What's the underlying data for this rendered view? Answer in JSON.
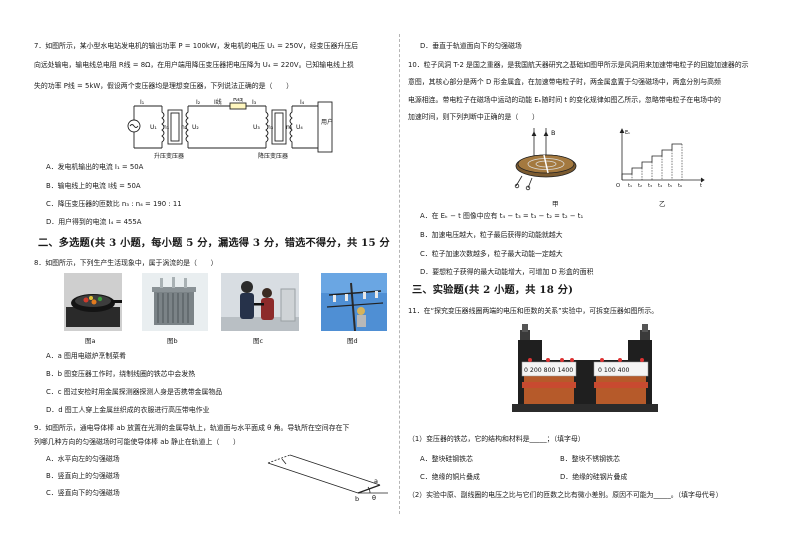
{
  "left": {
    "q7": {
      "line1": "7．如图所示，某小型水电站发电机的输出功率 P = 100kW，发电机的电压 U₁ = 250V，经变压器升压后",
      "line2": "向远处输电，输电线总电阻 R线 = 8Ω，在用户端用降压变压器把电压降为 U₄ = 220V。已知输电线上损",
      "line3": "失的功率 P线 = 5kW，假设两个变压器均是理想变压器，下列说法正确的是（　　）",
      "labels": {
        "I1": "I₁",
        "I2": "I₂",
        "I3": "I₃",
        "I4": "I₄",
        "Iline": "I线",
        "R": "R线",
        "U1": "U₁",
        "U2": "U₂",
        "U3": "U₃",
        "U4": "U₄",
        "n1": "n₁",
        "n2": "n₂",
        "n3": "n₃",
        "n4": "n₄",
        "user": "用户",
        "step_up": "升压变压器",
        "step_down": "降压变压器"
      },
      "optA": "A．发电机输出的电流 I₁ = 50A",
      "optB": "B．输电线上的电流 I线 = 50A",
      "optC": "C．降压变压器的匝数比 n₃ : n₄ = 190 : 11",
      "optD": "D．用户得到的电流 I₄ = 455A"
    },
    "section2": "二、多选题(共 3 小题，每小题 5 分，漏选得 3 分，错选不得分，共 15 分)",
    "q8": {
      "stem": "8．如图所示，下列生产生活现象中，属于涡流的是（　　）",
      "captions": [
        "图a",
        "图b",
        "图c",
        "图d"
      ],
      "optA": "A．a 图用电磁炉烹制菜肴",
      "optB": "B．b 图变压器工作时，绕制线圈的铁芯中会发热",
      "optC": "C．c 图过安检时用金属探测器探测人身是否携带金属物品",
      "optD": "D．d 图工人穿上金属丝织成的衣服进行高压带电作业"
    },
    "q9": {
      "line1": "9．如图所示，通电导体棒 ab 放置在光滑的金属导轨上，轨道面与水平面成 θ 角。导轨所在空间存在下",
      "line2": "列哪几种方向的匀强磁场时可能使导体棒 ab 静止在轨道上（　　）",
      "optA": "A．水平向左的匀强磁场",
      "optB": "B．竖直向上的匀强磁场",
      "optC": "C．竖直向下的匀强磁场",
      "fig_a": "a",
      "fig_b": "b",
      "fig_theta": "θ"
    }
  },
  "right": {
    "q9_optD": "D．垂直于轨道面向下的匀强磁场",
    "q10": {
      "line1": "10．粒子风洞 T-2 是国之重器，是我国航天器研究之基础如图甲所示是风洞用来加速带电粒子的回旋加速器的示",
      "line2": "意图，其核心部分是两个 D 形金属盒，在加速带电粒子时，两金属盒置于匀强磁场中，两盒分别与高频",
      "line3": "电源相连。带电粒子在磁场中运动的动能 Eₖ随时间 t 的变化规律如图乙所示，忽略带电粒子在电场中的",
      "line4": "加速时间，则下列判断中正确的是（　　）",
      "fig_b_label": "B",
      "fig_ek_label": "Eₖ",
      "fig_t_label": "t",
      "fig_o_label": "O",
      "fig_ticks": [
        "t₁",
        "t₂",
        "t₃",
        "t₄",
        "t₅",
        "t₆"
      ],
      "cap_jia": "甲",
      "cap_yi": "乙",
      "optA": "A．在 Eₖ − t 图像中应有 t₄ − t₃ = t₃ − t₂ = t₂ − t₁",
      "optB": "B．加速电压越大，粒子最后获得的动能就越大",
      "optC": "C．粒子加速次数越多，粒子最大动能一定越大",
      "optD": "D．要想粒子获得的最大动能增大，可增加 D 形盒的面积"
    },
    "section3": "三、实验题(共 2 小题，共 18 分)",
    "q11": {
      "line1": "11．在“探究变压器线圈两端的电压和匝数的关系”实验中，可拆变压器如图所示。",
      "scale_left": "0  200 800 1400",
      "scale_right": "0  100  400",
      "sub1": "（1）变压器的铁芯，它的结构和材料是_____；（填字母）",
      "optA": "A．整块硅钢铁芯",
      "optB": "B．整块不锈钢铁芯",
      "optC": "C．绝缘的铜片叠成",
      "optD": "D．绝缘的硅钢片叠成",
      "sub2": "（2）实验中原、副线圈的电压之比与它们的匝数之比有微小差别。原因不可能为_____。（填字母代号）"
    }
  }
}
